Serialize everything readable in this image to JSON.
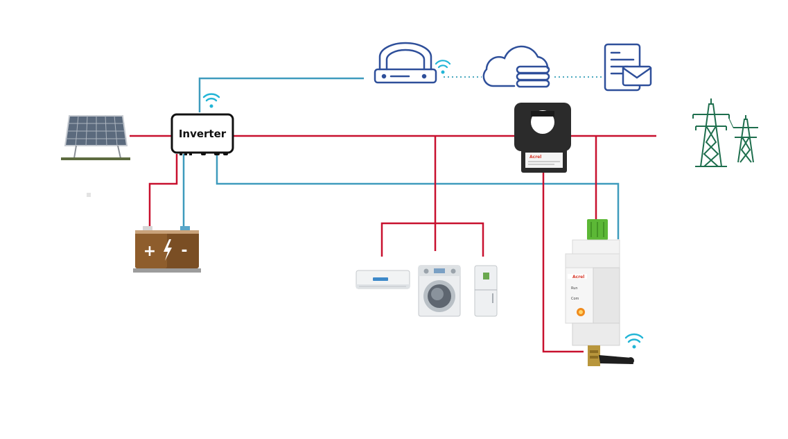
{
  "inverter": {
    "label": "Inverter"
  },
  "battery": {
    "plus": "+",
    "minus": "-"
  },
  "meter_module": {
    "brand": "Acrel",
    "led_run": "Run",
    "led_com": "Com"
  },
  "current_transformer": {
    "brand": "Acrel"
  },
  "icons": [
    "solar-panel-icon",
    "inverter-icon",
    "battery-icon",
    "router-icon",
    "cloud-server-icon",
    "document-mail-icon",
    "wifi-icon",
    "current-transformer-icon",
    "power-tower-icon",
    "air-conditioner-icon",
    "washing-machine-icon",
    "refrigerator-icon",
    "din-rail-meter-icon",
    "antenna-icon"
  ],
  "colors": {
    "power_line": "#c8102e",
    "comm_line": "#3e9bbd",
    "wifi": "#22b5d6",
    "icon_blue": "#2e4f9a",
    "tower_green": "#1e6e4d",
    "battery_brown": "#7a4e24"
  }
}
